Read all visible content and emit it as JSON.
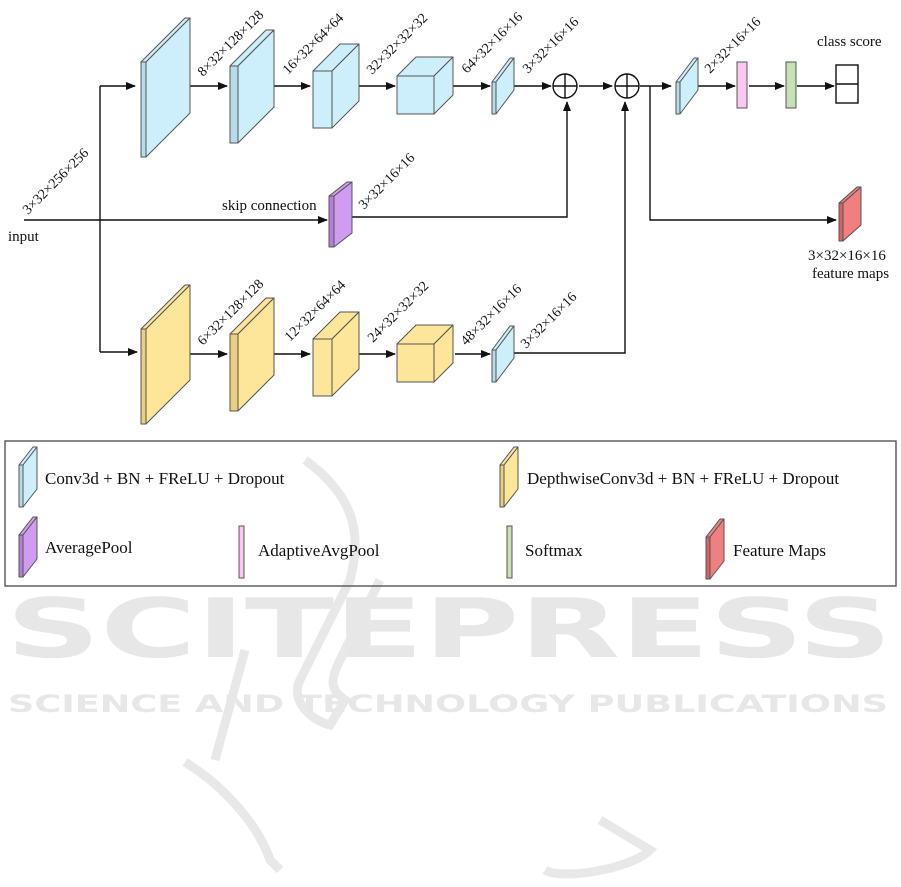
{
  "colors": {
    "conv": "#cdeffb",
    "conv_side": "#b5dcea",
    "depthwise": "#fde59a",
    "depthwise_side": "#eccf7a",
    "avgpool": "#cf9cf2",
    "avgpool_side": "#b67ddb",
    "adaptive": "#f9c8f2",
    "softmax": "#c9e0b4",
    "feature": "#f07f7f",
    "feature_side": "#d86262",
    "line": "#111111",
    "watermark": "#e6e7e6"
  },
  "labels": {
    "input": "input",
    "input_dim": "3×32×256×256",
    "skip_connection": "skip connection",
    "skip_dim": "3×32×16×16",
    "class_score": "class score",
    "feature_dim": "3×32×16×16",
    "feature_maps": "feature maps"
  },
  "top_branch": {
    "dims": [
      "8×32×128×128",
      "16×32×64×64",
      "32×32×32×32",
      "64×32×16×16",
      "3×32×16×16"
    ]
  },
  "bottom_branch": {
    "dims": [
      "6×32×128×128",
      "12×32×64×64",
      "24×32×32×32",
      "48×32×16×16",
      "3×32×16×16"
    ]
  },
  "head": {
    "dim": "2×32×16×16"
  },
  "legend": {
    "items": [
      {
        "label": "Conv3d + BN + FReLU + Dropout",
        "kind": "conv"
      },
      {
        "label": "DepthwiseConv3d + BN + FReLU + Dropout",
        "kind": "depthwise"
      },
      {
        "label": "AveragePool",
        "kind": "avgpool"
      },
      {
        "label": "AdaptiveAvgPool",
        "kind": "adaptive"
      },
      {
        "label": "Softmax",
        "kind": "softmax"
      },
      {
        "label": "Feature Maps",
        "kind": "feature"
      }
    ]
  },
  "watermark": {
    "title": "SCITEPRESS",
    "subtitle": "SCIENCE AND TECHNOLOGY PUBLICATIONS"
  }
}
